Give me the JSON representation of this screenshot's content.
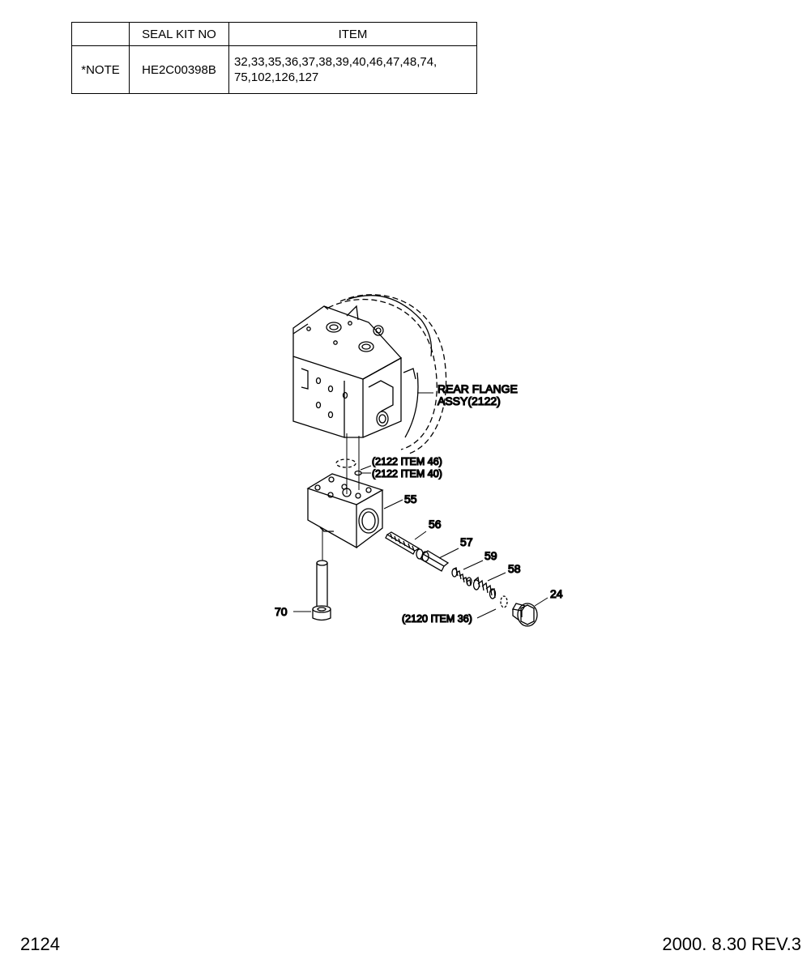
{
  "seal_table": {
    "headers": [
      "",
      "SEAL KIT NO",
      "ITEM"
    ],
    "row": {
      "note": "*NOTE",
      "kit_no": "HE2C00398B",
      "items_line1": "32,33,35,36,37,38,39,40,46,47,48,74,",
      "items_line2": "75,102,126,127"
    }
  },
  "diagram": {
    "rear_flange_line1": "REAR FLANGE",
    "rear_flange_line2": "ASSY(2122)",
    "ref_2122_46": "(2122 ITEM 46)",
    "ref_2122_40": "(2122 ITEM 40)",
    "ref_2120_36": "(2120 ITEM 36)",
    "part_55": "55",
    "part_56": "56",
    "part_57": "57",
    "part_59": "59",
    "part_58": "58",
    "part_24": "24",
    "part_70": "70"
  },
  "footer": {
    "page_number": "2124",
    "date_rev": "2000. 8.30  REV.3"
  }
}
